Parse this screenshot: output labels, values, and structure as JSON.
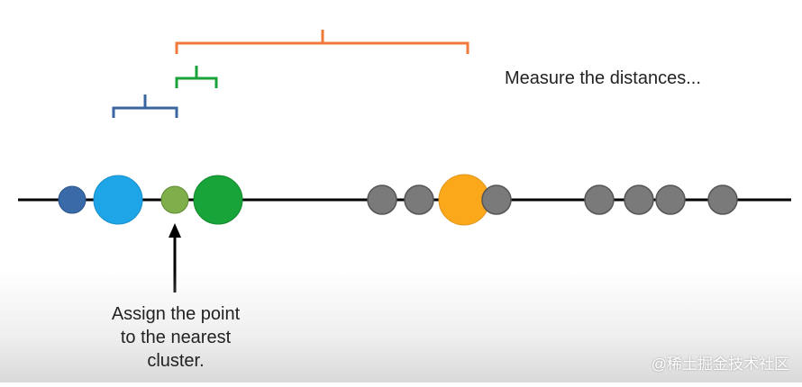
{
  "caption_measure": "Measure the distances...",
  "caption_assign": [
    "Assign the point",
    "to the nearest",
    "cluster."
  ],
  "watermark": "@稀土掘金技术社区",
  "colors": {
    "line": "#000000",
    "dark_blue": "#3b6aa8",
    "light_blue": "#1da5e8",
    "light_green": "#7fae4a",
    "green": "#19a43a",
    "gray": "#7a7a7a",
    "orange": "#fba81a",
    "bracket_blue": "#3a66a0",
    "bracket_green": "#1aa33a",
    "bracket_orange": "#f07a3a"
  }
}
